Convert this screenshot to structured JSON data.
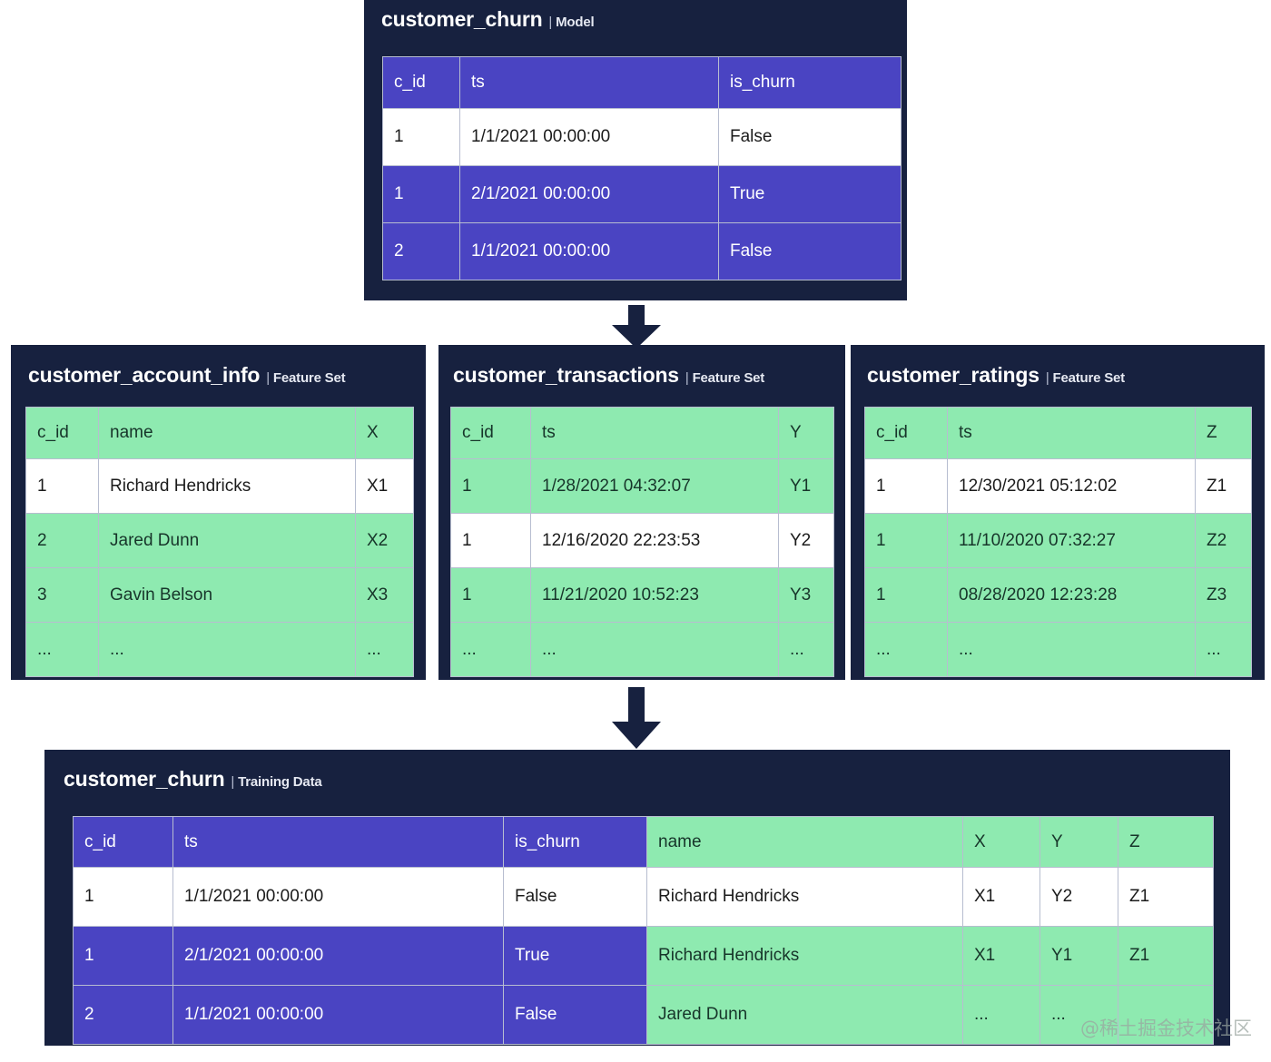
{
  "diagram": {
    "colors": {
      "panel_bg": "#17213f",
      "model_accent": "#4a44c2",
      "feature_accent": "#8eeab0",
      "page_bg": "#ffffff"
    },
    "watermark": "@稀土掘金技术社区"
  },
  "model_table": {
    "title": "customer_churn",
    "separator": "|",
    "kind": "Model",
    "columns": [
      "c_id",
      "ts",
      "is_churn"
    ],
    "rows": [
      {
        "style": "white",
        "cells": [
          "1",
          "1/1/2021 00:00:00",
          "False"
        ]
      },
      {
        "style": "fill",
        "cells": [
          "1",
          "2/1/2021 00:00:00",
          "True"
        ]
      },
      {
        "style": "fill",
        "cells": [
          "2",
          "1/1/2021 00:00:00",
          "False"
        ]
      }
    ]
  },
  "feature_sets": [
    {
      "title": "customer_account_info",
      "separator": "|",
      "kind": "Feature Set",
      "columns": [
        "c_id",
        "name",
        "X"
      ],
      "rows": [
        {
          "style": "white",
          "cells": [
            "1",
            "Richard Hendricks",
            "X1"
          ]
        },
        {
          "style": "fill",
          "cells": [
            "2",
            "Jared Dunn",
            "X2"
          ]
        },
        {
          "style": "fill",
          "cells": [
            "3",
            "Gavin Belson",
            "X3"
          ]
        },
        {
          "style": "fill",
          "cells": [
            "...",
            "...",
            "..."
          ]
        }
      ]
    },
    {
      "title": "customer_transactions",
      "separator": "|",
      "kind": "Feature Set",
      "columns": [
        "c_id",
        "ts",
        "Y"
      ],
      "rows": [
        {
          "style": "fill",
          "cells": [
            "1",
            "1/28/2021 04:32:07",
            "Y1"
          ]
        },
        {
          "style": "white",
          "cells": [
            "1",
            "12/16/2020 22:23:53",
            "Y2"
          ]
        },
        {
          "style": "fill",
          "cells": [
            "1",
            "11/21/2020 10:52:23",
            "Y3"
          ]
        },
        {
          "style": "fill",
          "cells": [
            "...",
            "...",
            "..."
          ]
        }
      ]
    },
    {
      "title": "customer_ratings",
      "separator": "|",
      "kind": "Feature Set",
      "columns": [
        "c_id",
        "ts",
        "Z"
      ],
      "rows": [
        {
          "style": "white",
          "cells": [
            "1",
            "12/30/2021 05:12:02",
            "Z1"
          ]
        },
        {
          "style": "fill",
          "cells": [
            "1",
            "11/10/2020 07:32:27",
            "Z2"
          ]
        },
        {
          "style": "fill",
          "cells": [
            "1",
            "08/28/2020 12:23:28",
            "Z3"
          ]
        },
        {
          "style": "fill",
          "cells": [
            "...",
            "...",
            "..."
          ]
        }
      ]
    }
  ],
  "training_table": {
    "title": "customer_churn",
    "separator": "|",
    "kind": "Training Data",
    "columns": [
      {
        "label": "c_id",
        "scheme": "purple"
      },
      {
        "label": "ts",
        "scheme": "purple"
      },
      {
        "label": "is_churn",
        "scheme": "purple"
      },
      {
        "label": "name",
        "scheme": "green"
      },
      {
        "label": "X",
        "scheme": "green"
      },
      {
        "label": "Y",
        "scheme": "green"
      },
      {
        "label": "Z",
        "scheme": "green"
      }
    ],
    "rows": [
      {
        "style": "white",
        "cells": [
          "1",
          "1/1/2021 00:00:00",
          "False",
          "Richard Hendricks",
          "X1",
          "Y2",
          "Z1"
        ]
      },
      {
        "style": "fill",
        "cells": [
          "1",
          "2/1/2021 00:00:00",
          "True",
          "Richard Hendricks",
          "X1",
          "Y1",
          "Z1"
        ]
      },
      {
        "style": "fill",
        "cells": [
          "2",
          "1/1/2021 00:00:00",
          "False",
          "Jared Dunn",
          "...",
          "...",
          ""
        ]
      }
    ]
  }
}
